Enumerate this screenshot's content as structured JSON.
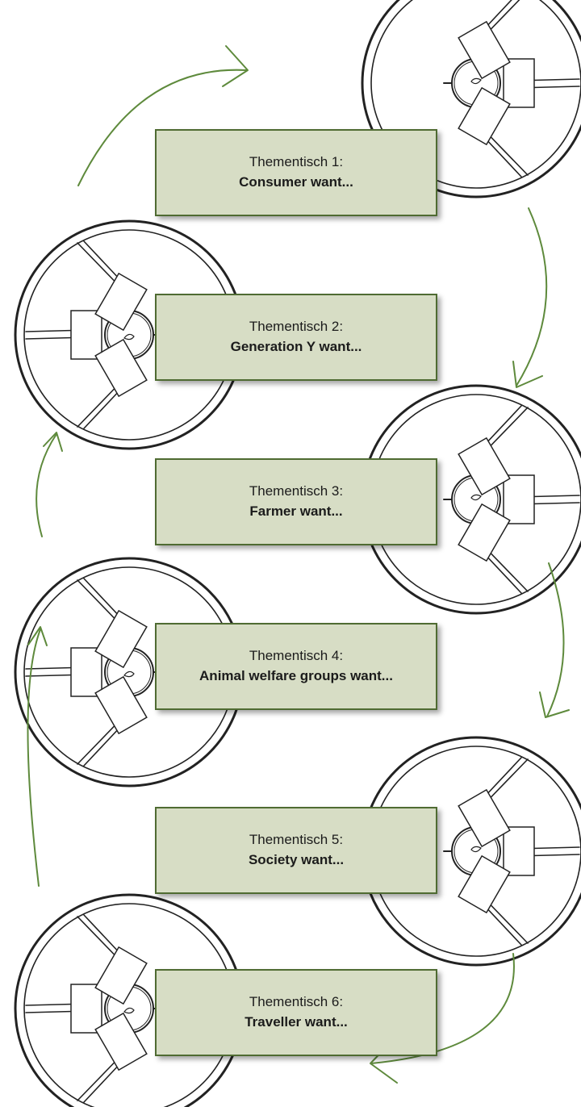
{
  "tables": [
    {
      "number_label": "Thementisch 1:",
      "topic": "Consumer want..."
    },
    {
      "number_label": "Thementisch 2:",
      "topic": "Generation Y want..."
    },
    {
      "number_label": "Thementisch 3:",
      "topic": "Farmer want..."
    },
    {
      "number_label": "Thementisch 4:",
      "topic": "Animal welfare groups want..."
    },
    {
      "number_label": "Thementisch 5:",
      "topic": "Society want..."
    },
    {
      "number_label": "Thementisch 6:",
      "topic": "Traveller want..."
    }
  ],
  "colors": {
    "card_fill": "#d7ddc5",
    "card_border": "#4f6b32",
    "arrow": "#5e8a3c",
    "sketch": "#222222"
  }
}
